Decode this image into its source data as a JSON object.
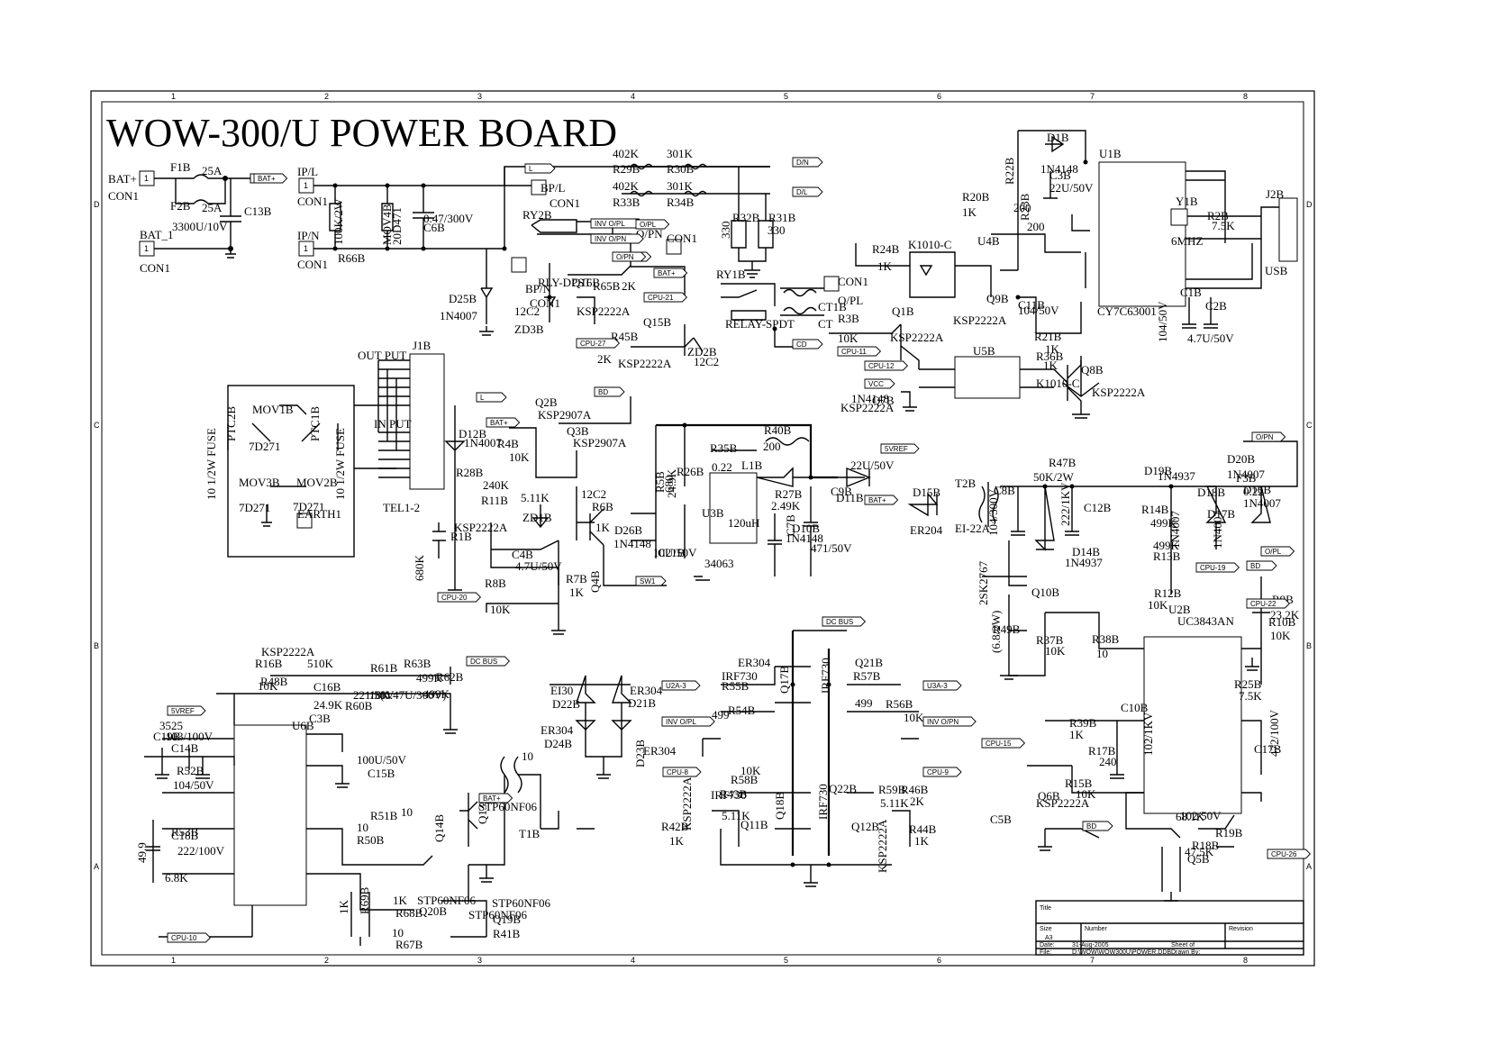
{
  "title": "WOW-300/U POWER BOARD",
  "border": {
    "cols": [
      "1",
      "2",
      "3",
      "4",
      "5",
      "6",
      "7",
      "8"
    ],
    "rows": [
      "D",
      "C",
      "B",
      "A"
    ]
  },
  "title_block": {
    "title_label": "Title",
    "size_label": "Size",
    "size_value": "A3",
    "number_label": "Number",
    "revision_label": "Revision",
    "date_label": "Date:",
    "date_value": "31-Aug-2005",
    "sheet_label": "Sheet of",
    "file_label": "File:",
    "file_value": "D:\\WOW\\WOW300U\\POWER.DDB",
    "drawn_label": "Drawn By:"
  },
  "components": [
    "BAT+",
    "CON1",
    "F1B",
    "25A",
    "F2B",
    "25A",
    "C13B",
    "3300U/10V",
    "BAT_1",
    "CON1",
    "IP/L",
    "CON1",
    "IP/N",
    "CON1",
    "100K/2W",
    "R66B",
    "MOV4B",
    "20D471",
    "0.47/300V",
    "C6B",
    "402K",
    "R29B",
    "301K",
    "R30B",
    "402K",
    "R33B",
    "301K",
    "R34B",
    "BP/L",
    "CON1",
    "RY2B",
    "O/PN",
    "CON1",
    "BP/N",
    "CON1",
    "RLY-DPST",
    "D25B",
    "1N4007",
    "12C2",
    "ZD3B",
    "Q16B",
    "R65B",
    "2K",
    "KSP2222A",
    "Q15B",
    "R45B",
    "2K",
    "KSP2222A",
    "ZD2B",
    "12C2",
    "R32B",
    "R31B",
    "330",
    "330",
    "RY1B",
    "CON1",
    "O/PL",
    "CT1B",
    "RELAY-SPDT",
    "CT",
    "R3B",
    "10K",
    "Q1B",
    "KSP2222A",
    "R24B",
    "1K",
    "K1010-C",
    "U4B",
    "R20B",
    "1K",
    "R22B",
    "200",
    "R23B",
    "200",
    "D1B",
    "1N4148",
    "C3B",
    "22U/50V",
    "U1B",
    "CY7C63001",
    "Y1B",
    "6MHZ",
    "R2B",
    "7.5K",
    "J2B",
    "USB",
    "Q9B",
    "KSP2222A",
    "C11B",
    "104/50V",
    "R21B",
    "1K",
    "R36B",
    "1K",
    "C1B",
    "C2B",
    "104/50V",
    "4.7U/50V",
    "U5B",
    "K1010-C",
    "Q8B",
    "KSP2222A",
    "J1B",
    "OUT PUT",
    "IN PUT",
    "TEL1-2",
    "MOV1B",
    "7D271",
    "PTC2B",
    "PTC1B",
    "MOV3B",
    "7D271",
    "MOV2B",
    "7D271",
    "EARTH1",
    "10 1/2W FUSE",
    "10 1/2W FUSE",
    "Q2B",
    "KSP2907A",
    "Q3B",
    "KSP2907A",
    "D12B",
    "1N4007",
    "R4B",
    "10K",
    "R28B",
    "240K",
    "R11B",
    "5.11K",
    "ZD1B",
    "12C2",
    "R6B",
    "1K",
    "Q4B",
    "KSP2222A",
    "R1B",
    "680K",
    "C4B",
    "4.7U/50V",
    "R7B",
    "1K",
    "R8B",
    "10K",
    "D26B",
    "1N4148",
    "R5B",
    "680",
    "R26B",
    "24.9K",
    "R35B",
    "0.22",
    "R40B",
    "200",
    "L1B",
    "120uH",
    "U3B",
    "34063",
    "C21B",
    "10U/50V",
    "R27B",
    "2.49K",
    "D10B",
    "1N4148",
    "C7B",
    "471/50V",
    "C9B",
    "22U/50V",
    "D11B",
    "1N4148",
    "Q7B",
    "KSP2222A",
    "D15B",
    "ER204",
    "T2B",
    "EI-22A",
    "C8B",
    "104/300V",
    "R47B",
    "50K/2W",
    "C12B",
    "222/1KV",
    "D14B",
    "1N4937",
    "D19B",
    "1N4937",
    "R14B",
    "499K",
    "499K",
    "R13B",
    "D18B",
    "1N4007",
    "D20B",
    "1N4007",
    "D16B",
    "1N4007",
    "D17B",
    "1N4007",
    "F3B",
    "0.22",
    "Q10B",
    "2SK2767",
    "R49B",
    "(6.8/2W)",
    "R37B",
    "10K",
    "R12B",
    "10K",
    "R9B",
    "23.2K",
    "R10B",
    "10K",
    "U2B",
    "UC3843AN",
    "R38B",
    "10",
    "R25B",
    "7.5K",
    "C10B",
    "102/1KV",
    "C17B",
    "472/100V",
    "R39B",
    "1K",
    "R17B",
    "240",
    "R15B",
    "10K",
    "Q6B",
    "KSP2222A",
    "C5B",
    "102/50V",
    "R19B",
    "68.1K",
    "R18B",
    "47.5K",
    "Q5B",
    "KSP2222A",
    "R16B",
    "10K",
    "R48B",
    "510K",
    "C16B",
    "221/50V",
    "R60B",
    "24.9K",
    "R61B",
    "18K",
    "(0.47U/300V)",
    "R63B",
    "499K",
    "R62B",
    "499K",
    "C3B",
    "U6B",
    "3525",
    "C19B",
    "103/100V",
    "C14B",
    "104/50V",
    "R52B",
    "49.9",
    "C18B",
    "222/100V",
    "R53B",
    "6.8K",
    "100U/50V",
    "C15B",
    "R51B",
    "10",
    "R50B",
    "10",
    "Q14B",
    "STP60NF06",
    "Q13B",
    "STP60NF06",
    "Q20B",
    "STP60NF06",
    "Q19B",
    "STP60NF06",
    "R41B",
    "1K",
    "R69B",
    "1K",
    "R68B",
    "10",
    "R67B",
    "10",
    "T1B",
    "EI30",
    "D22B",
    "ER304",
    "D21B",
    "ER304",
    "D24B",
    "ER304",
    "D23B",
    "ER304",
    "Q17B",
    "IRF730",
    "R55B",
    "499",
    "R54B",
    "10K",
    "Q18B",
    "IRF730",
    "R43B",
    "5.11K",
    "Q11B",
    "KSP2222A",
    "R42B",
    "1K",
    "R58B",
    "Q21B",
    "IRF730",
    "R57B",
    "499",
    "R56B",
    "10K",
    "Q22B",
    "IRF730",
    "R59B",
    "5.11K",
    "R46B",
    "2K",
    "Q12B",
    "KSP2222A",
    "R44B",
    "1K"
  ],
  "net_labels": [
    "BAT+",
    "D/N",
    "D/L",
    "L",
    "INV O/PL",
    "INV O/PN",
    "O/PL",
    "O/PN",
    "O/PN",
    "BAT+",
    "CPU-21",
    "CPU-27",
    "CD",
    "CPU-11",
    "CPU-12",
    "VCC",
    "BD",
    "5VREF",
    "L",
    "BAT+",
    "BAT+",
    "SW1",
    "CPU-20",
    "O/PN",
    "O/PL",
    "CPU-19",
    "BD",
    "CPU-22",
    "DC BUS",
    "DC BUS",
    "5VREF",
    "CPU-10",
    "BAT+",
    "U2A-3",
    "U3A-3",
    "INV O/PL",
    "INV O/PN",
    "CPU-8",
    "CPU-9",
    "CPU-15",
    "BD",
    "CPU-26"
  ]
}
